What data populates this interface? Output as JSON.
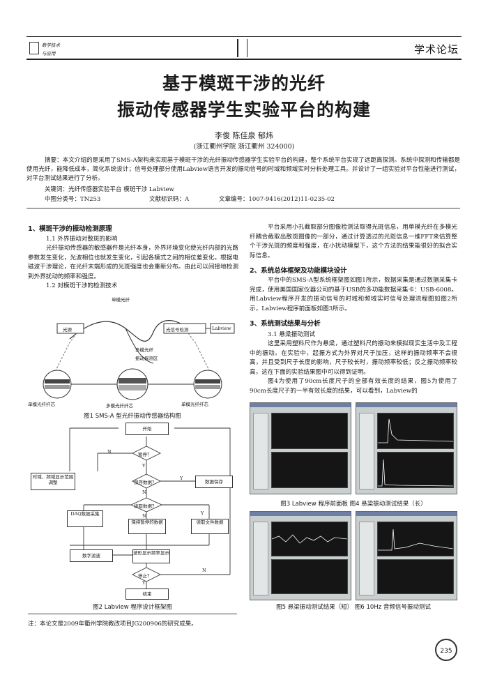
{
  "header": {
    "journal_line1": "数学技术",
    "journal_line2": "与应用",
    "section": "学术论坛"
  },
  "article": {
    "title_line1": "基于模斑干涉的光纤",
    "title_line2": "振动传感器学生实验平台的构建",
    "authors": "李俊  陈佳泉  郁炜",
    "affiliation": "(浙江衢州学院  浙江衢州  324000)",
    "abstract": "摘要：本文介绍的是采用了SMS-A架构来实现基于模斑干涉的光纤振动传感器学生实验平台的构建，整个系统平台实现了远距离探测。系统中探测和传输都是使用光纤，能降低成本，简化系统设计；信号处理部分使用Labview语言开发的振动信号的时域和频域实时分析处理工具。并设计了一组实验对平台性能进行测试，对平台测试结果进行了分析。",
    "keywords": "关键词：光纤传感器实验平台  模斑干涉  Labview",
    "clc": "中图分类号：TN253",
    "doc_code": "文献标识码：A",
    "article_no": "文章编号：1007-9416(2012)11-0235-02"
  },
  "left_column": {
    "s1_heading": "1、模斑干涉的振动检测原理",
    "s1_1_heading": "1.1 外界振动对散斑的影响",
    "s1_1_text": "光纤振动传感器的敏感器件是光纤本身，外界环境变化使光纤内部的光路参数发生变化，光波相位也就发生变化，引起各模式之间的相位差变化。根据电磁波干涉理论，在光纤末端形成的光斑强度也会重新分布。由此可以间接地检测到外界扰动的频率和强度。",
    "s1_2_heading": "1.2 对模斑干涉的检测技术",
    "fig1_caption": "图1 SMS-A 型光纤振动传感器结构图",
    "fig2_caption": "图2 Labview 程序设计框架图"
  },
  "figure1": {
    "single_mode_fiber": "单模光纤",
    "light_source": "光源",
    "multimode_fiber": "多模光纤",
    "vibration_zone": "振动探测区",
    "signal_processing": "光信号检测",
    "labview": "Labview",
    "sm_end_left": "单模光纤纤芯",
    "mm_end": "多模光纤纤芯",
    "sm_end_right": "单模光纤纤芯"
  },
  "figure2": {
    "start": "开始",
    "pause": "暂停？",
    "freq_domain": "时域、频域显示范围调整",
    "save_q": "保存数据？",
    "save_data": "数据保存",
    "read_q": "读取数据？",
    "daq": "DAQ数据采集",
    "hold": "保持暂停的数据",
    "read_file": "读取文件数据",
    "filter": "数字滤波",
    "display": "波形显示频率显示",
    "stop_q": "停止？",
    "end": "结束",
    "y": "Y",
    "n": "N"
  },
  "right_column": {
    "p1": "平台采用小孔截取部分图像检测法取得光斑信息，用单模光纤在多模光纤耦合截取出散斑图像的一部分，通过计算透过的光斑信息一维FFT来估算整个干涉光斑的频度和强度，在小扰动模型下，这个方法的结果能很好的拟合实际信息。",
    "s2_heading": "2、系统总体框架及功能模块设计",
    "s2_text": "平台中的SMS-A型系统框架图如图1所示，数据采集是通过数据采集卡完成，使用美国国家仪器公司的基于USB的多功能数据采集卡：USB-6008。用Labview程序开发的振动信号的时域和频域实时信号处理流程图如图2所示，Labview程序前面板如图3所示。",
    "s3_heading": "3、系统测试结果与分析",
    "s3_1_heading": "3.1 悬梁振动测试",
    "s3_1_text": "这里采用塑料尺作为悬梁，通过塑料尺的振动来模拟现实生活中及工程中的振动。在实验中，起振方式为外界对尺子加压，这样的振动频率不会很高，并且受到尺子长度的影响，尺子较长时，振动频率较低；反之振动频率较高，这在下面的实验结果图中可以得到证明。",
    "s3_1_text2": "图4为使用了90cm长度尺子的全部有效长度的结果，图5为使用了90cm长度尺子的一半有效长度的结果，可以看到，Labview的",
    "fig34_caption": "图3 Labview 程序前面板   图4 悬梁振动测试结果（长）",
    "fig56_caption": "图5 悬梁振动测试结果（短）  图6 10Hz 音频信号振动测试"
  },
  "footer": {
    "note": "注：本论文是2009年衢州学院教改项目JG200906的研究成果。",
    "page_number": "235"
  }
}
